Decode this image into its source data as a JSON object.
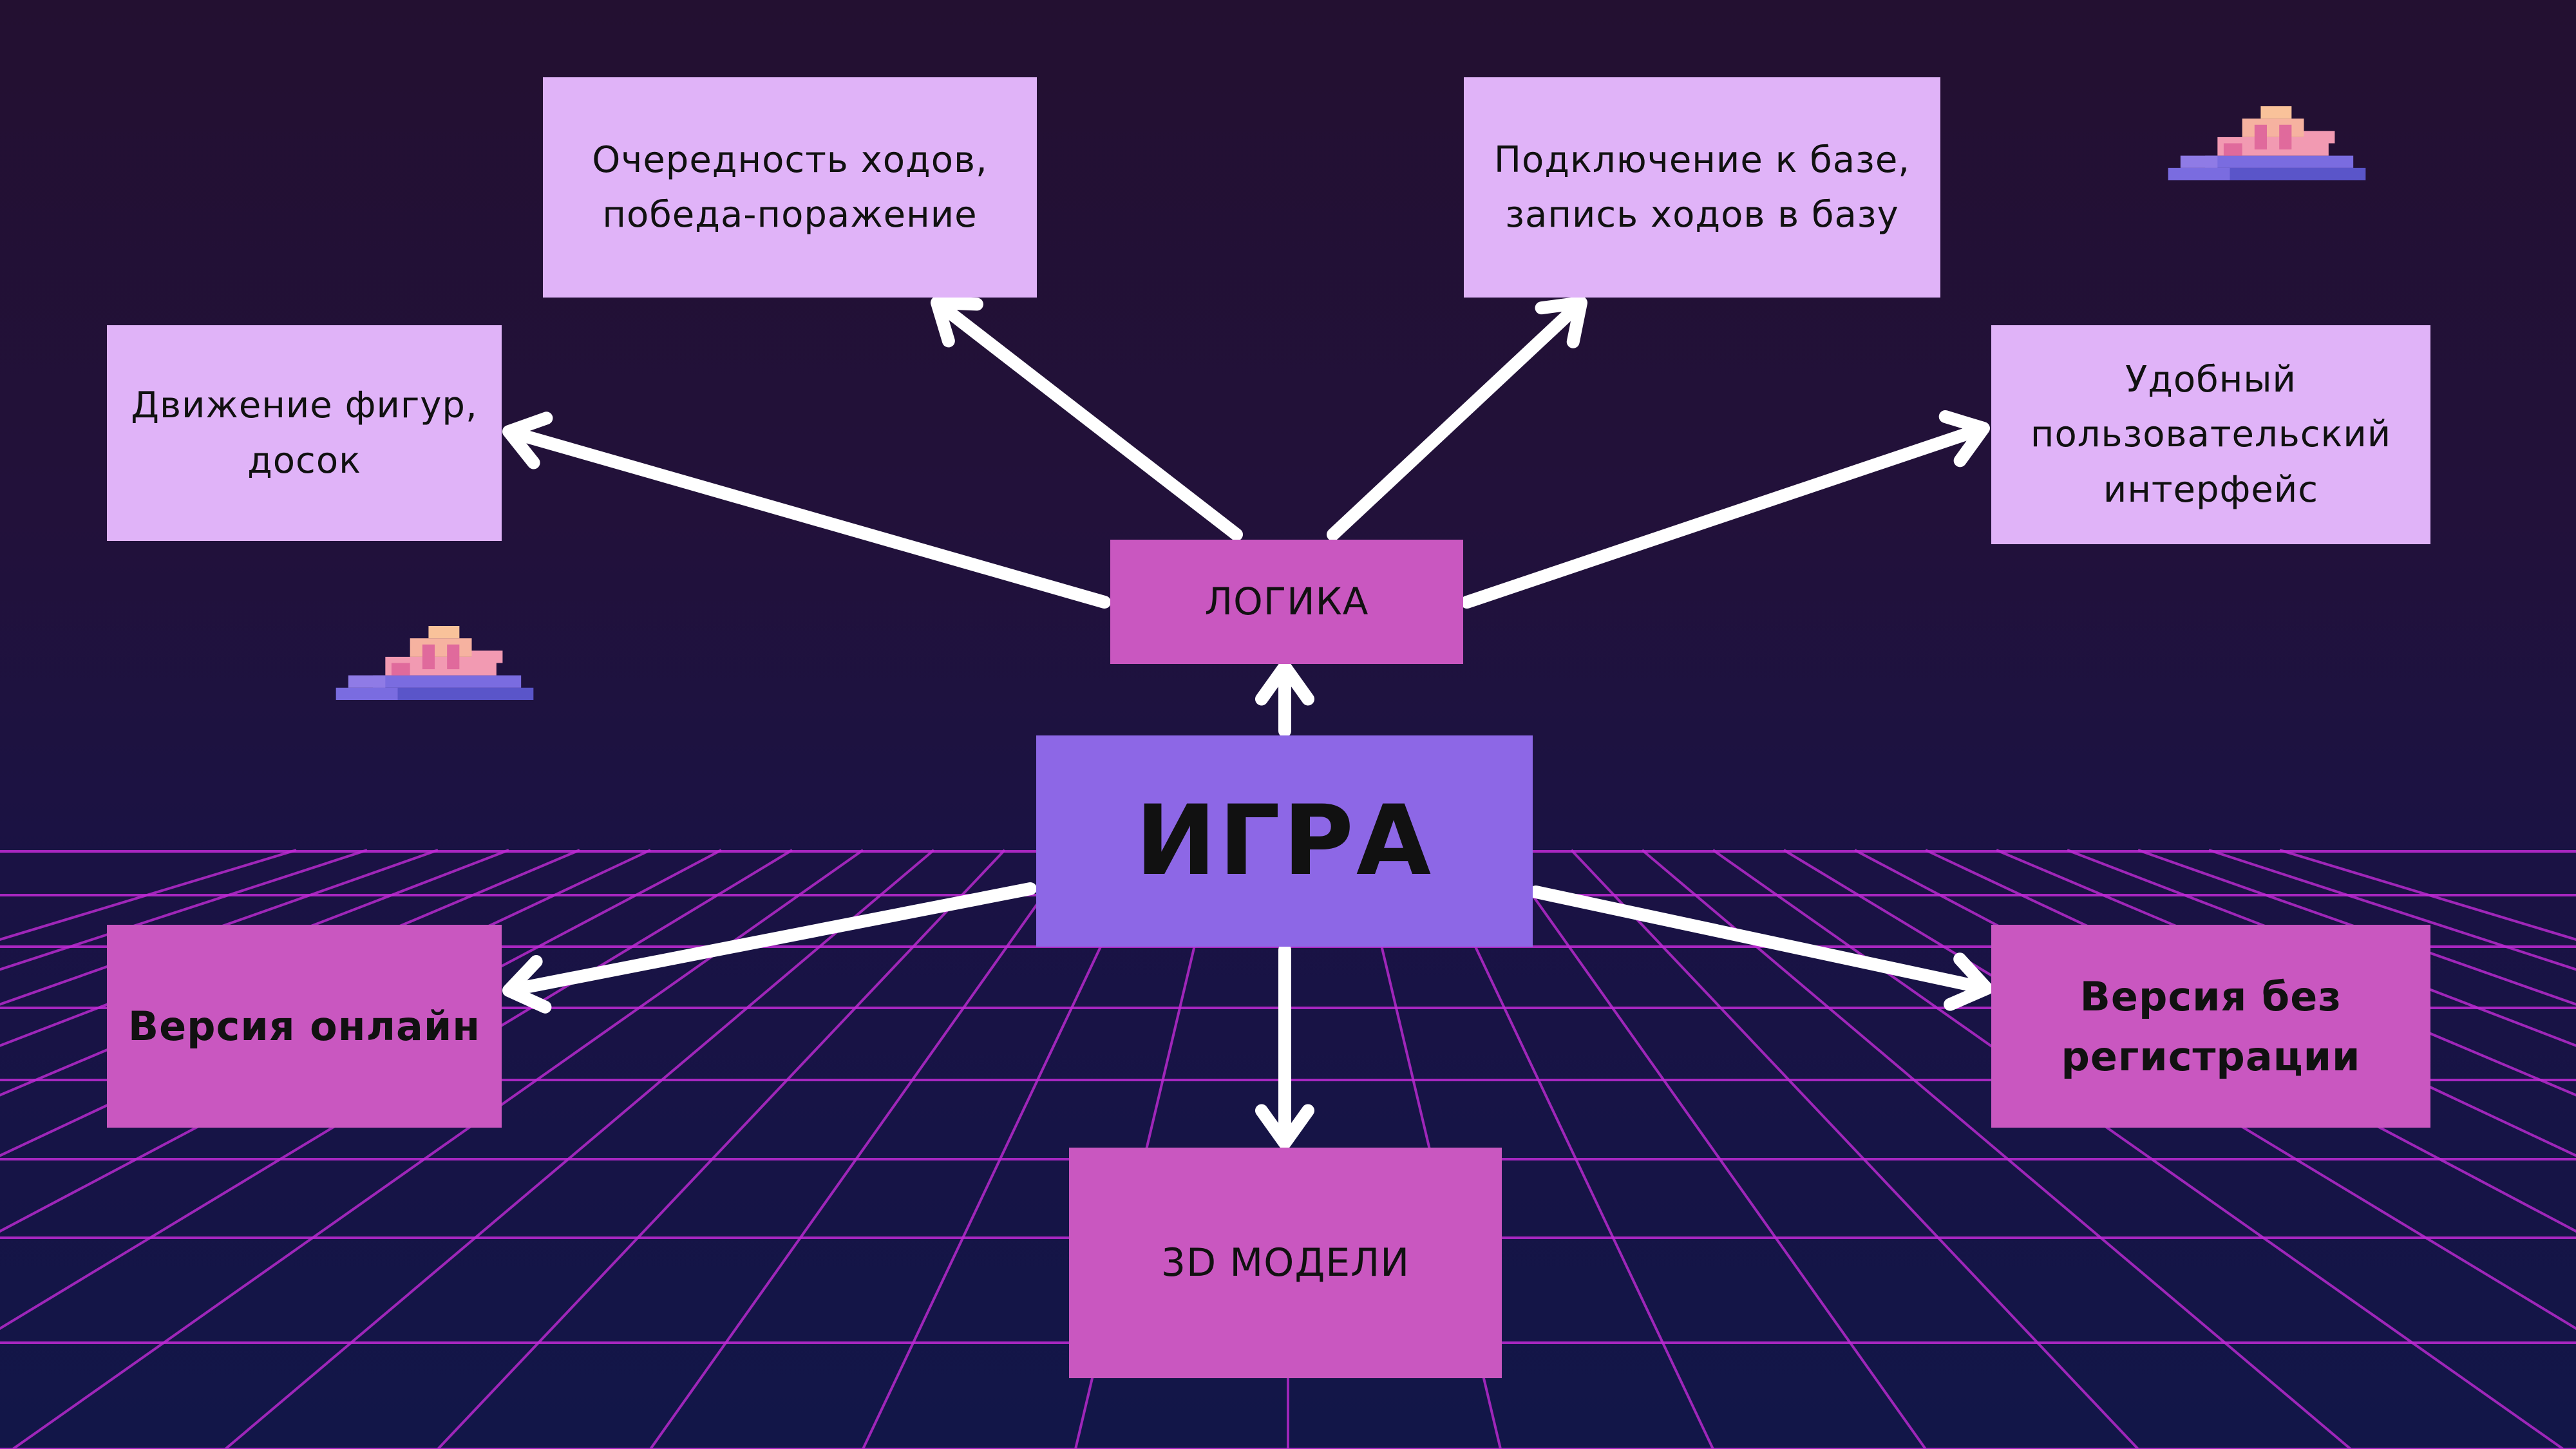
{
  "palette": {
    "background_top": "#231031",
    "background_bottom": "#121648",
    "grid_line": "#c12bd6",
    "center_box": "#8d67e6",
    "magenta_box": "#c957c0",
    "light_box": "#e0b3f8",
    "arrow": "#ffffff"
  },
  "decorations": [
    "pixel-cloud-icon",
    "pixel-cloud-icon",
    "perspective-grid"
  ],
  "nodes": {
    "center": "ИГРА",
    "logic": "ЛОГИКА",
    "turns": "Очередность ходов,\nпобеда-поражение",
    "database": "Подключение к базе,\nзапись ходов в базу",
    "movement": "Движение фигур,\nдосок",
    "interface": "Удобный\nпользовательский\nинтерфейс",
    "online": "Версия онлайн",
    "no_registration": "Версия без\nрегистрации",
    "models": "3D МОДЕЛИ"
  },
  "edges": [
    [
      "center",
      "logic"
    ],
    [
      "center",
      "online"
    ],
    [
      "center",
      "no_registration"
    ],
    [
      "center",
      "models"
    ],
    [
      "logic",
      "turns"
    ],
    [
      "logic",
      "database"
    ],
    [
      "logic",
      "movement"
    ],
    [
      "logic",
      "interface"
    ]
  ]
}
